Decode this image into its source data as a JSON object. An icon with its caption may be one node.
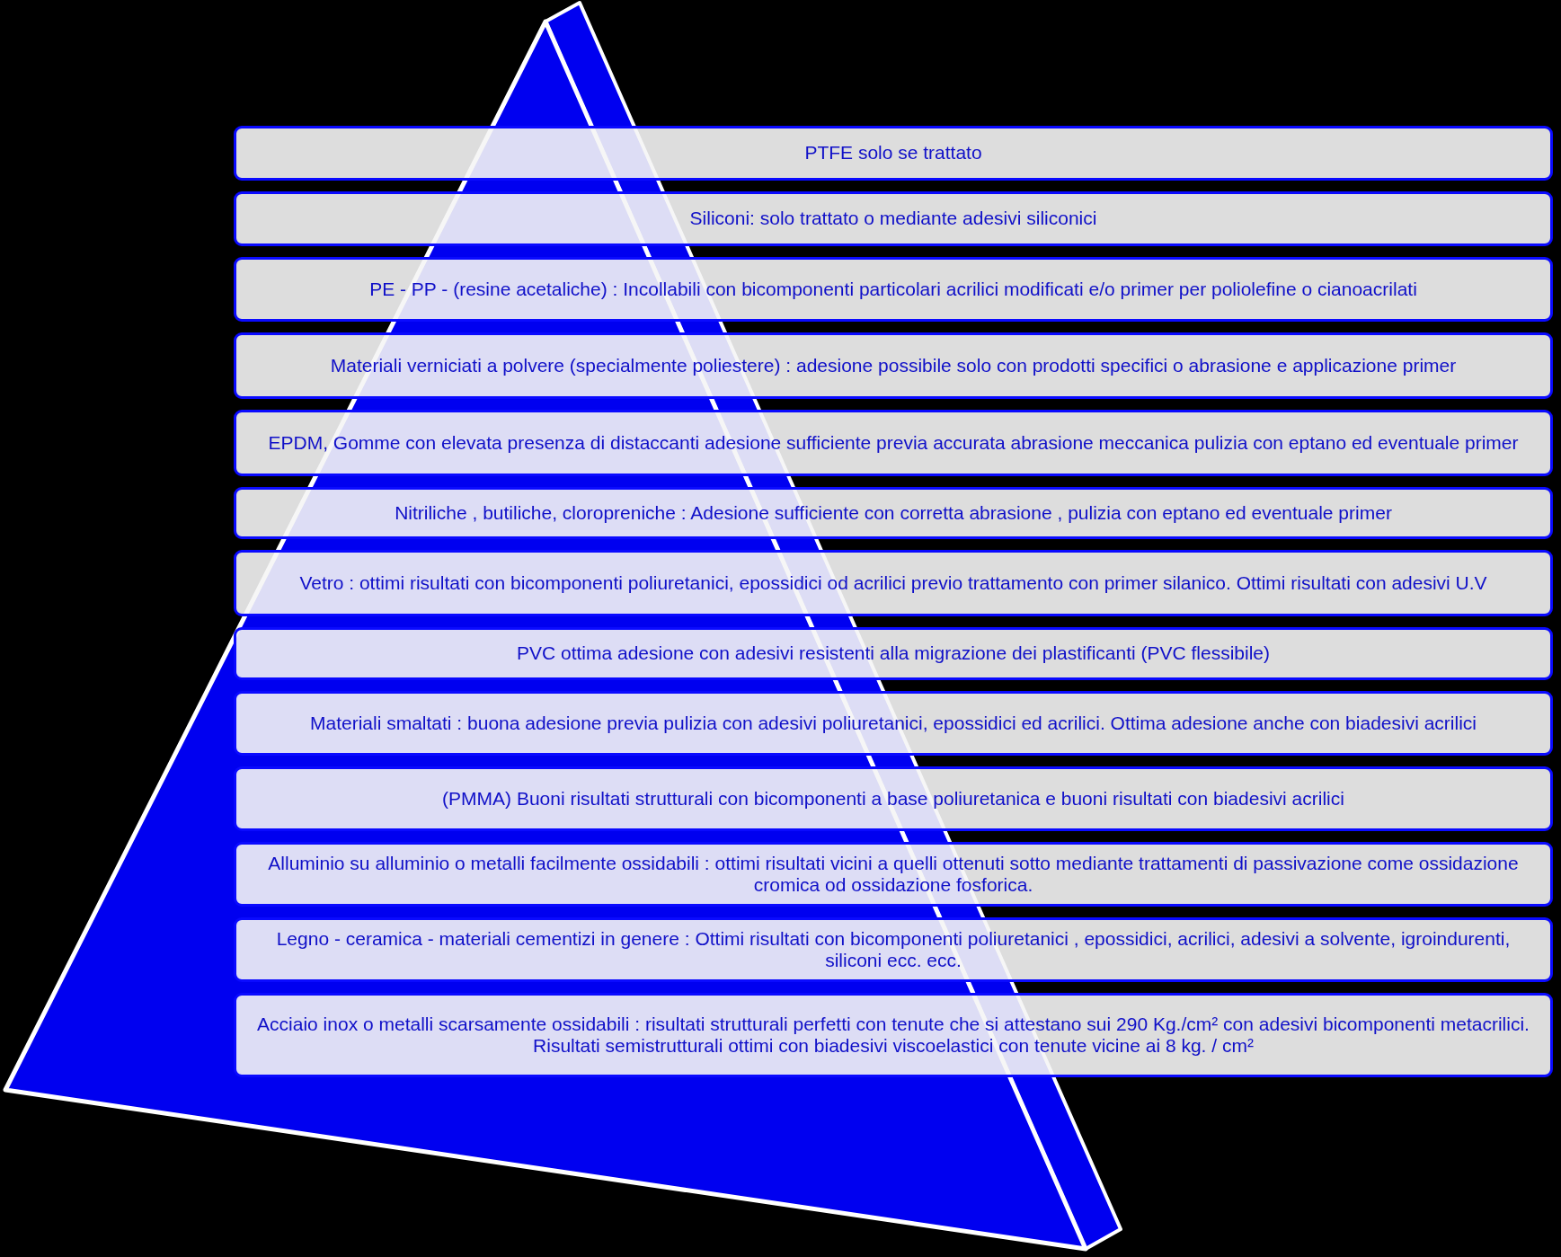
{
  "diagram": {
    "nodes": [
      {
        "text": [
          "PTFE solo se trattato"
        ]
      },
      {
        "text": [
          "Siliconi: solo trattato o mediante adesivi siliconici"
        ]
      },
      {
        "text": [
          "PE - PP - (resine acetaliche) : Incollabili con bicomponenti particolari acrilici modificati e/o primer per poliolefine o cianoacrilati"
        ]
      },
      {
        "text": [
          "Materiali verniciati a polvere (specialmente poliestere) : adesione possibile solo con prodotti specifici o abrasione e applicazione primer"
        ]
      },
      {
        "text": [
          "EPDM, Gomme con elevata presenza di distaccanti adesione sufficiente previa accurata abrasione meccanica pulizia con eptano ed eventuale primer"
        ]
      },
      {
        "text": [
          "Nitriliche , butiliche, cloropreniche : Adesione sufficiente con corretta abrasione , pulizia con eptano ed eventuale primer"
        ]
      },
      {
        "text": [
          "Vetro : ottimi risultati con bicomponenti poliuretanici, epossidici od acrilici previo trattamento con primer silanico. Ottimi risultati con adesivi U.V"
        ]
      },
      {
        "text": [
          "PVC ottima adesione con adesivi resistenti alla migrazione dei plastificanti (PVC flessibile)"
        ]
      },
      {
        "text": [
          "Materiali smaltati : buona adesione previa pulizia con adesivi poliuretanici, epossidici ed acrilici. Ottima adesione anche con biadesivi acrilici"
        ]
      },
      {
        "text": [
          "(PMMA) Buoni risultati strutturali con bicomponenti a base poliuretanica e buoni risultati con biadesivi acrilici"
        ]
      },
      {
        "text": [
          "Alluminio su alluminio o metalli facilmente ossidabili : ottimi risultati vicini a quelli ottenuti sotto mediante trattamenti di passivazione come ossidazione cromica od ossidazione fosforica."
        ]
      },
      {
        "text": [
          "Legno - ceramica - materiali cementizi in genere : Ottimi risultati con bicomponenti poliuretanici , epossidici, acrilici, adesivi a solvente, igroindurenti, siliconi ecc. ecc."
        ]
      },
      {
        "text": [
          "Acciaio inox o metalli scarsamente ossidabili : risultati strutturali perfetti con tenute che si attestano sui 290 Kg./cm² con adesivi bicomponenti metacrilici. Risultati semistrutturali ottimi con biadesivi viscoelastici con tenute vicine ai 8 kg. / cm²"
        ]
      }
    ],
    "edges": []
  }
}
